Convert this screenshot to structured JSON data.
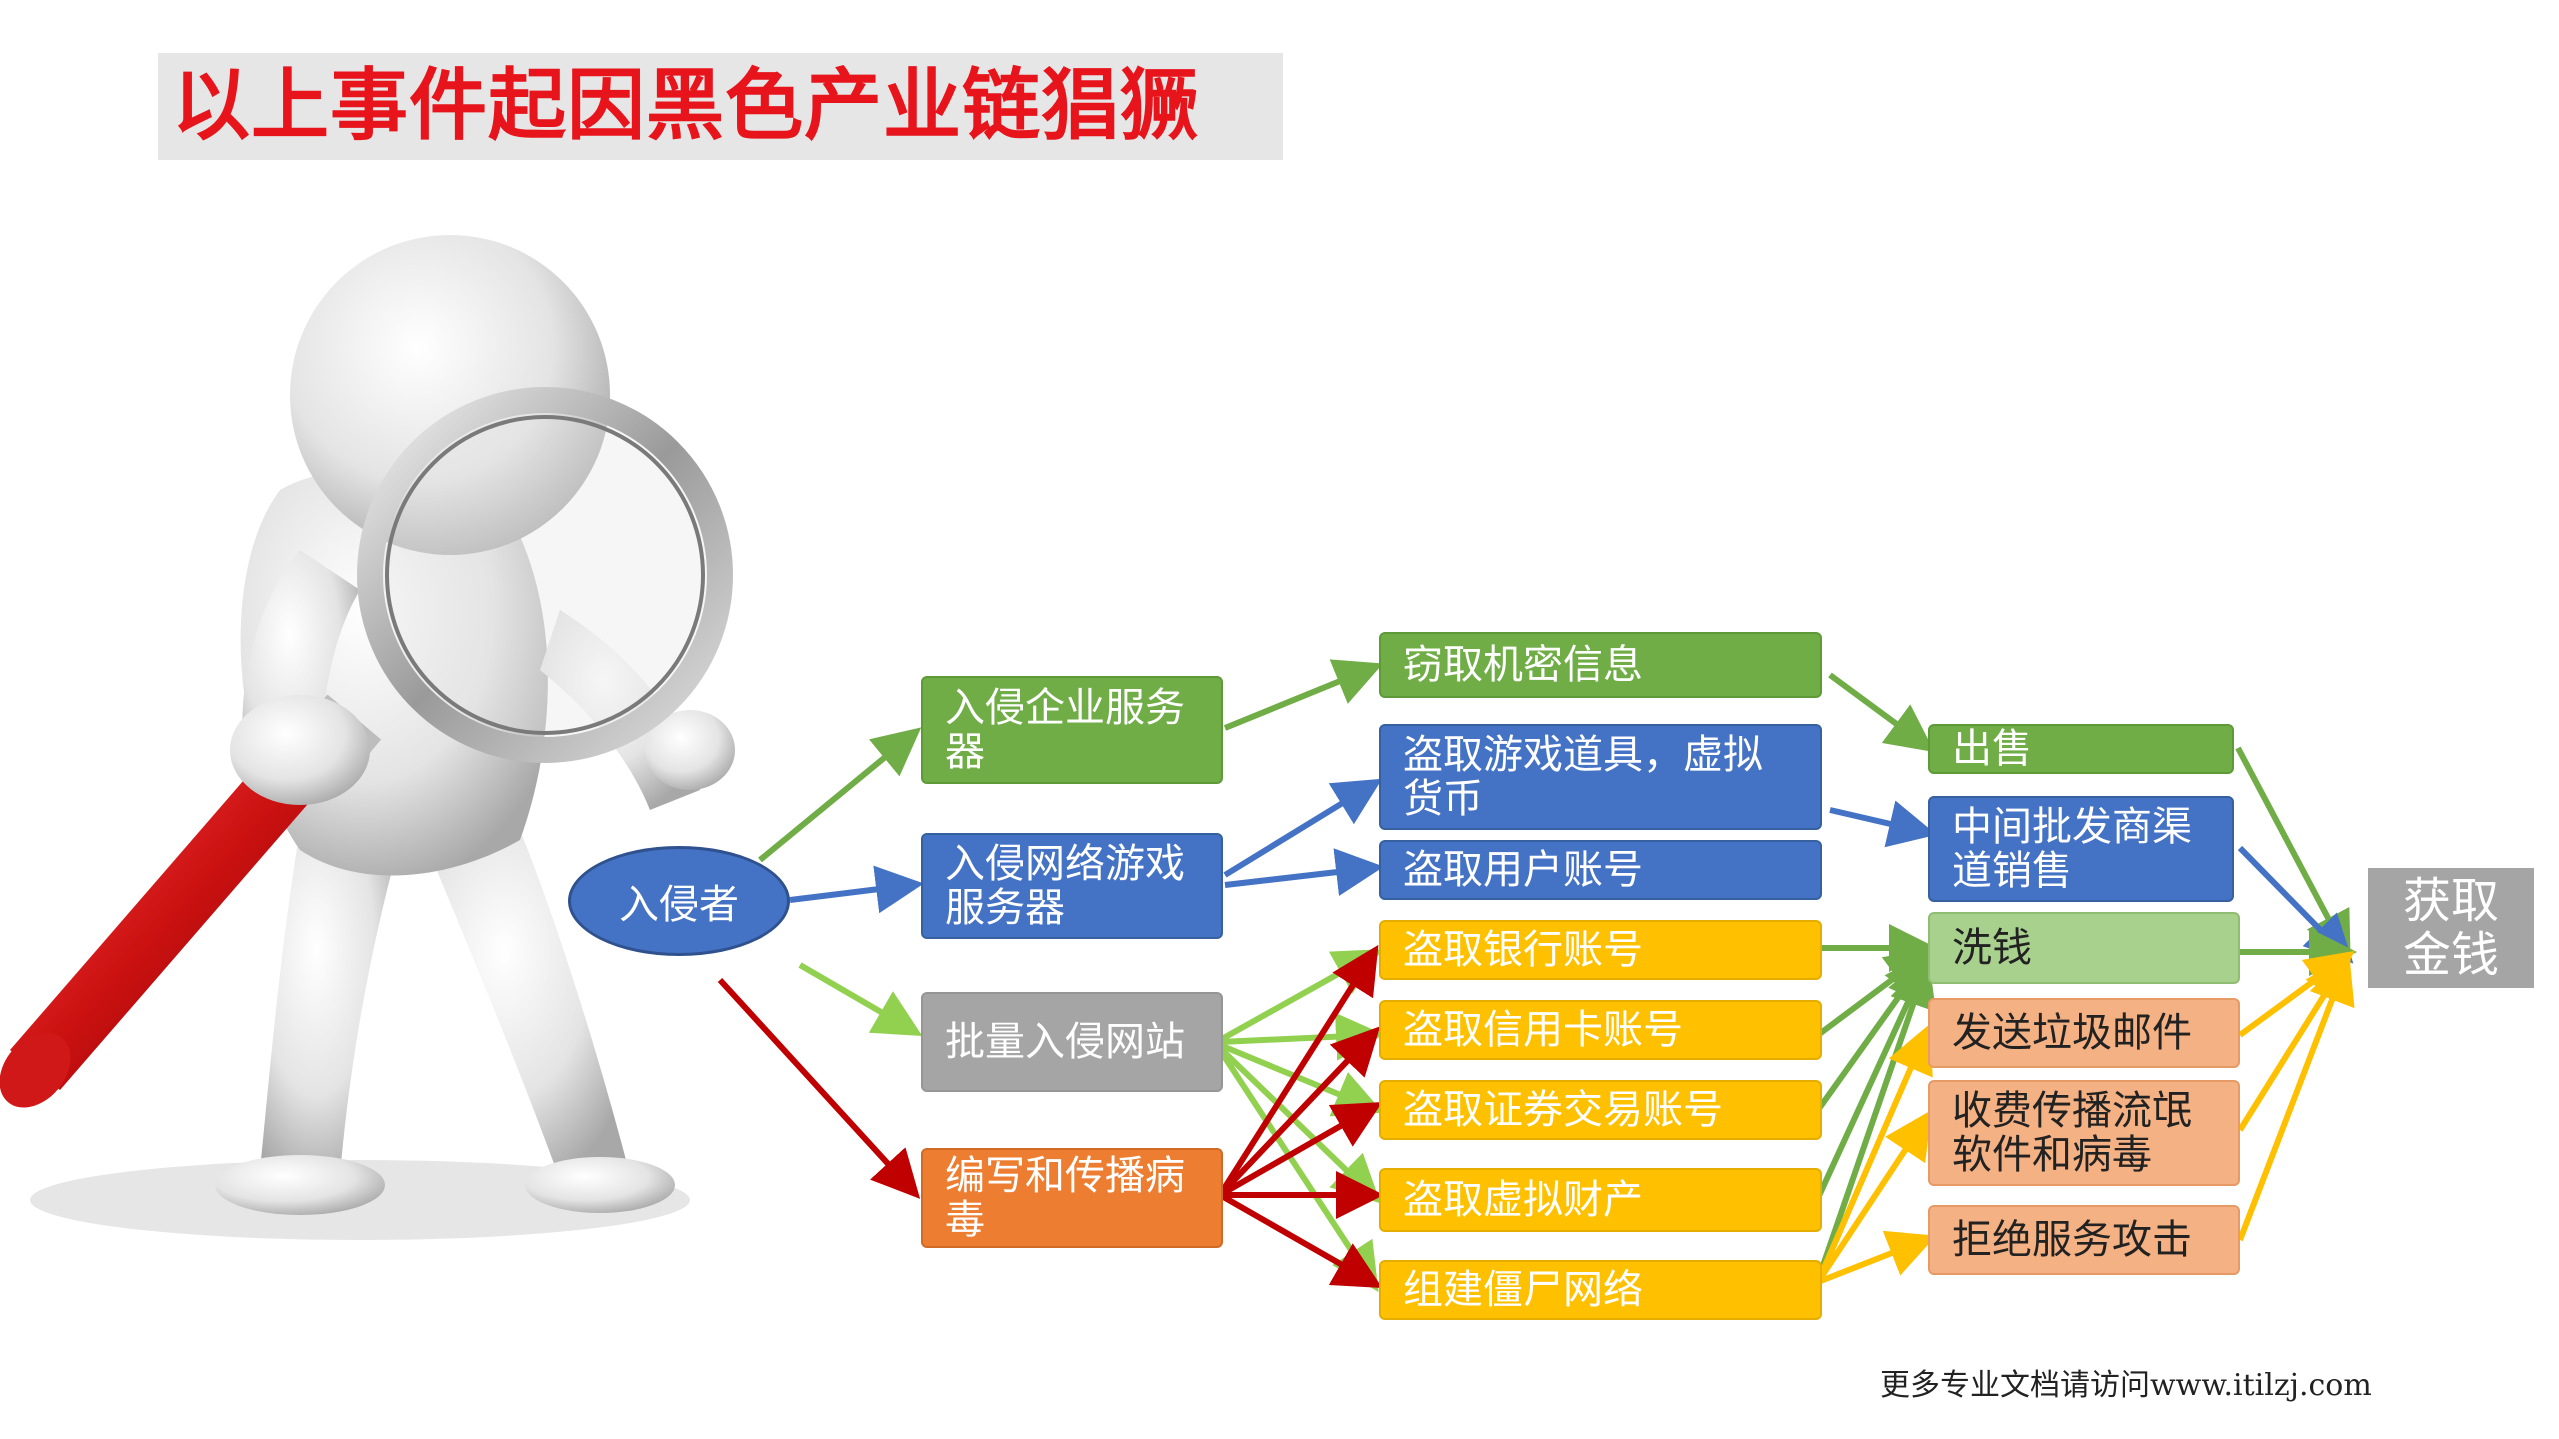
{
  "title": "以上事件起因黑色产业链猖獗",
  "footer": "更多专业文档请访问www.itilzj.com",
  "nodes": {
    "intruder": "入侵者",
    "hack_enterprise": "入侵企业服务器",
    "hack_game_server": "入侵网络游戏服务器",
    "batch_hack": "批量入侵网站",
    "virus": "编写和传播病毒",
    "steal_secrets": "窃取机密信息",
    "steal_game_items": "盗取游戏道具，虚拟货币",
    "steal_user_acct": "盗取用户账号",
    "steal_bank": "盗取银行账号",
    "steal_credit": "盗取信用卡账号",
    "steal_securities": "盗取证券交易账号",
    "steal_virtual": "盗取虚拟财产",
    "botnet": "组建僵尸网络",
    "sell": "出售",
    "wholesale": "中间批发商渠道销售",
    "launder": "洗钱",
    "spam": "发送垃圾邮件",
    "paid_malware": "收费传播流氓软件和病毒",
    "ddos": "拒绝服务攻击",
    "money": "获取金钱"
  },
  "colors": {
    "green": "#70ad47",
    "blue": "#4472c4",
    "gray": "#a5a5a5",
    "orange": "#ed7d31",
    "yellow": "#ffc000",
    "light_green": "#a9d18e",
    "salmon": "#f4b183",
    "red_arrow": "#c00000",
    "title_red": "#e8141b"
  }
}
